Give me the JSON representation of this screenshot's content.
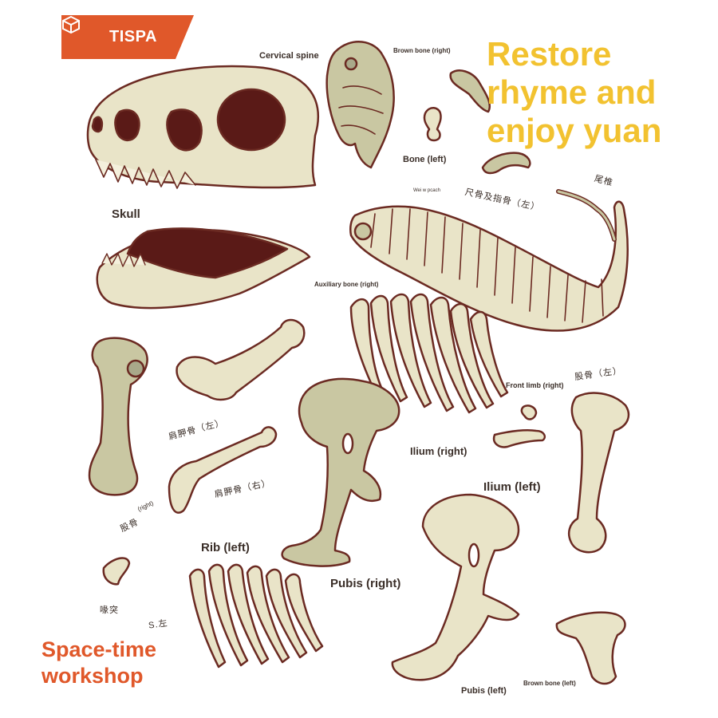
{
  "brand": {
    "logo_text": "TISPA",
    "logo_color": "#e0582a",
    "headline_lines": [
      "Restore",
      "rhyme and",
      "enjoy yuan"
    ],
    "headline_color": "#f2c230",
    "footer_lines": [
      "Space-time",
      "workshop"
    ],
    "footer_color": "#e0582a"
  },
  "labels": {
    "skull": "Skull",
    "cervical_spine": "Cervical spine",
    "brown_bone_right": "Brown bone (right)",
    "bone_left": "Bone (left)",
    "vertebra_cn": "尾椎",
    "ulna_radius_cn": "尺骨及指骨（左）",
    "tiny_note": "Wei w pcach",
    "auxiliary_bone_right": "Auxiliary bone (right)",
    "front_limb_right": "Front limb (right)",
    "femur_left_cn": "股骨（左）",
    "scapula_left_cn": "肩胛骨（左）",
    "scapula_right_cn": "肩胛骨（右）",
    "femur_right_cn": "股骨",
    "femur_right_en": "(right)",
    "ilium_right": "Ilium (right)",
    "ilium_left": "Ilium (left)",
    "rib_left": "Rib (left)",
    "pubis_right": "Pubis (right)",
    "pubis_left": "Pubis (left)",
    "brown_bone_left": "Brown bone (left)",
    "claw_cn": "喙突",
    "small_cn": "S.左"
  },
  "colors": {
    "bone_light": "#e9e4c8",
    "bone_mid": "#c9c7a2",
    "bone_shade": "#a9a98a",
    "outline": "#6b2a22",
    "cavity": "#5a1a17",
    "rib_shade": "#9a90b4"
  }
}
